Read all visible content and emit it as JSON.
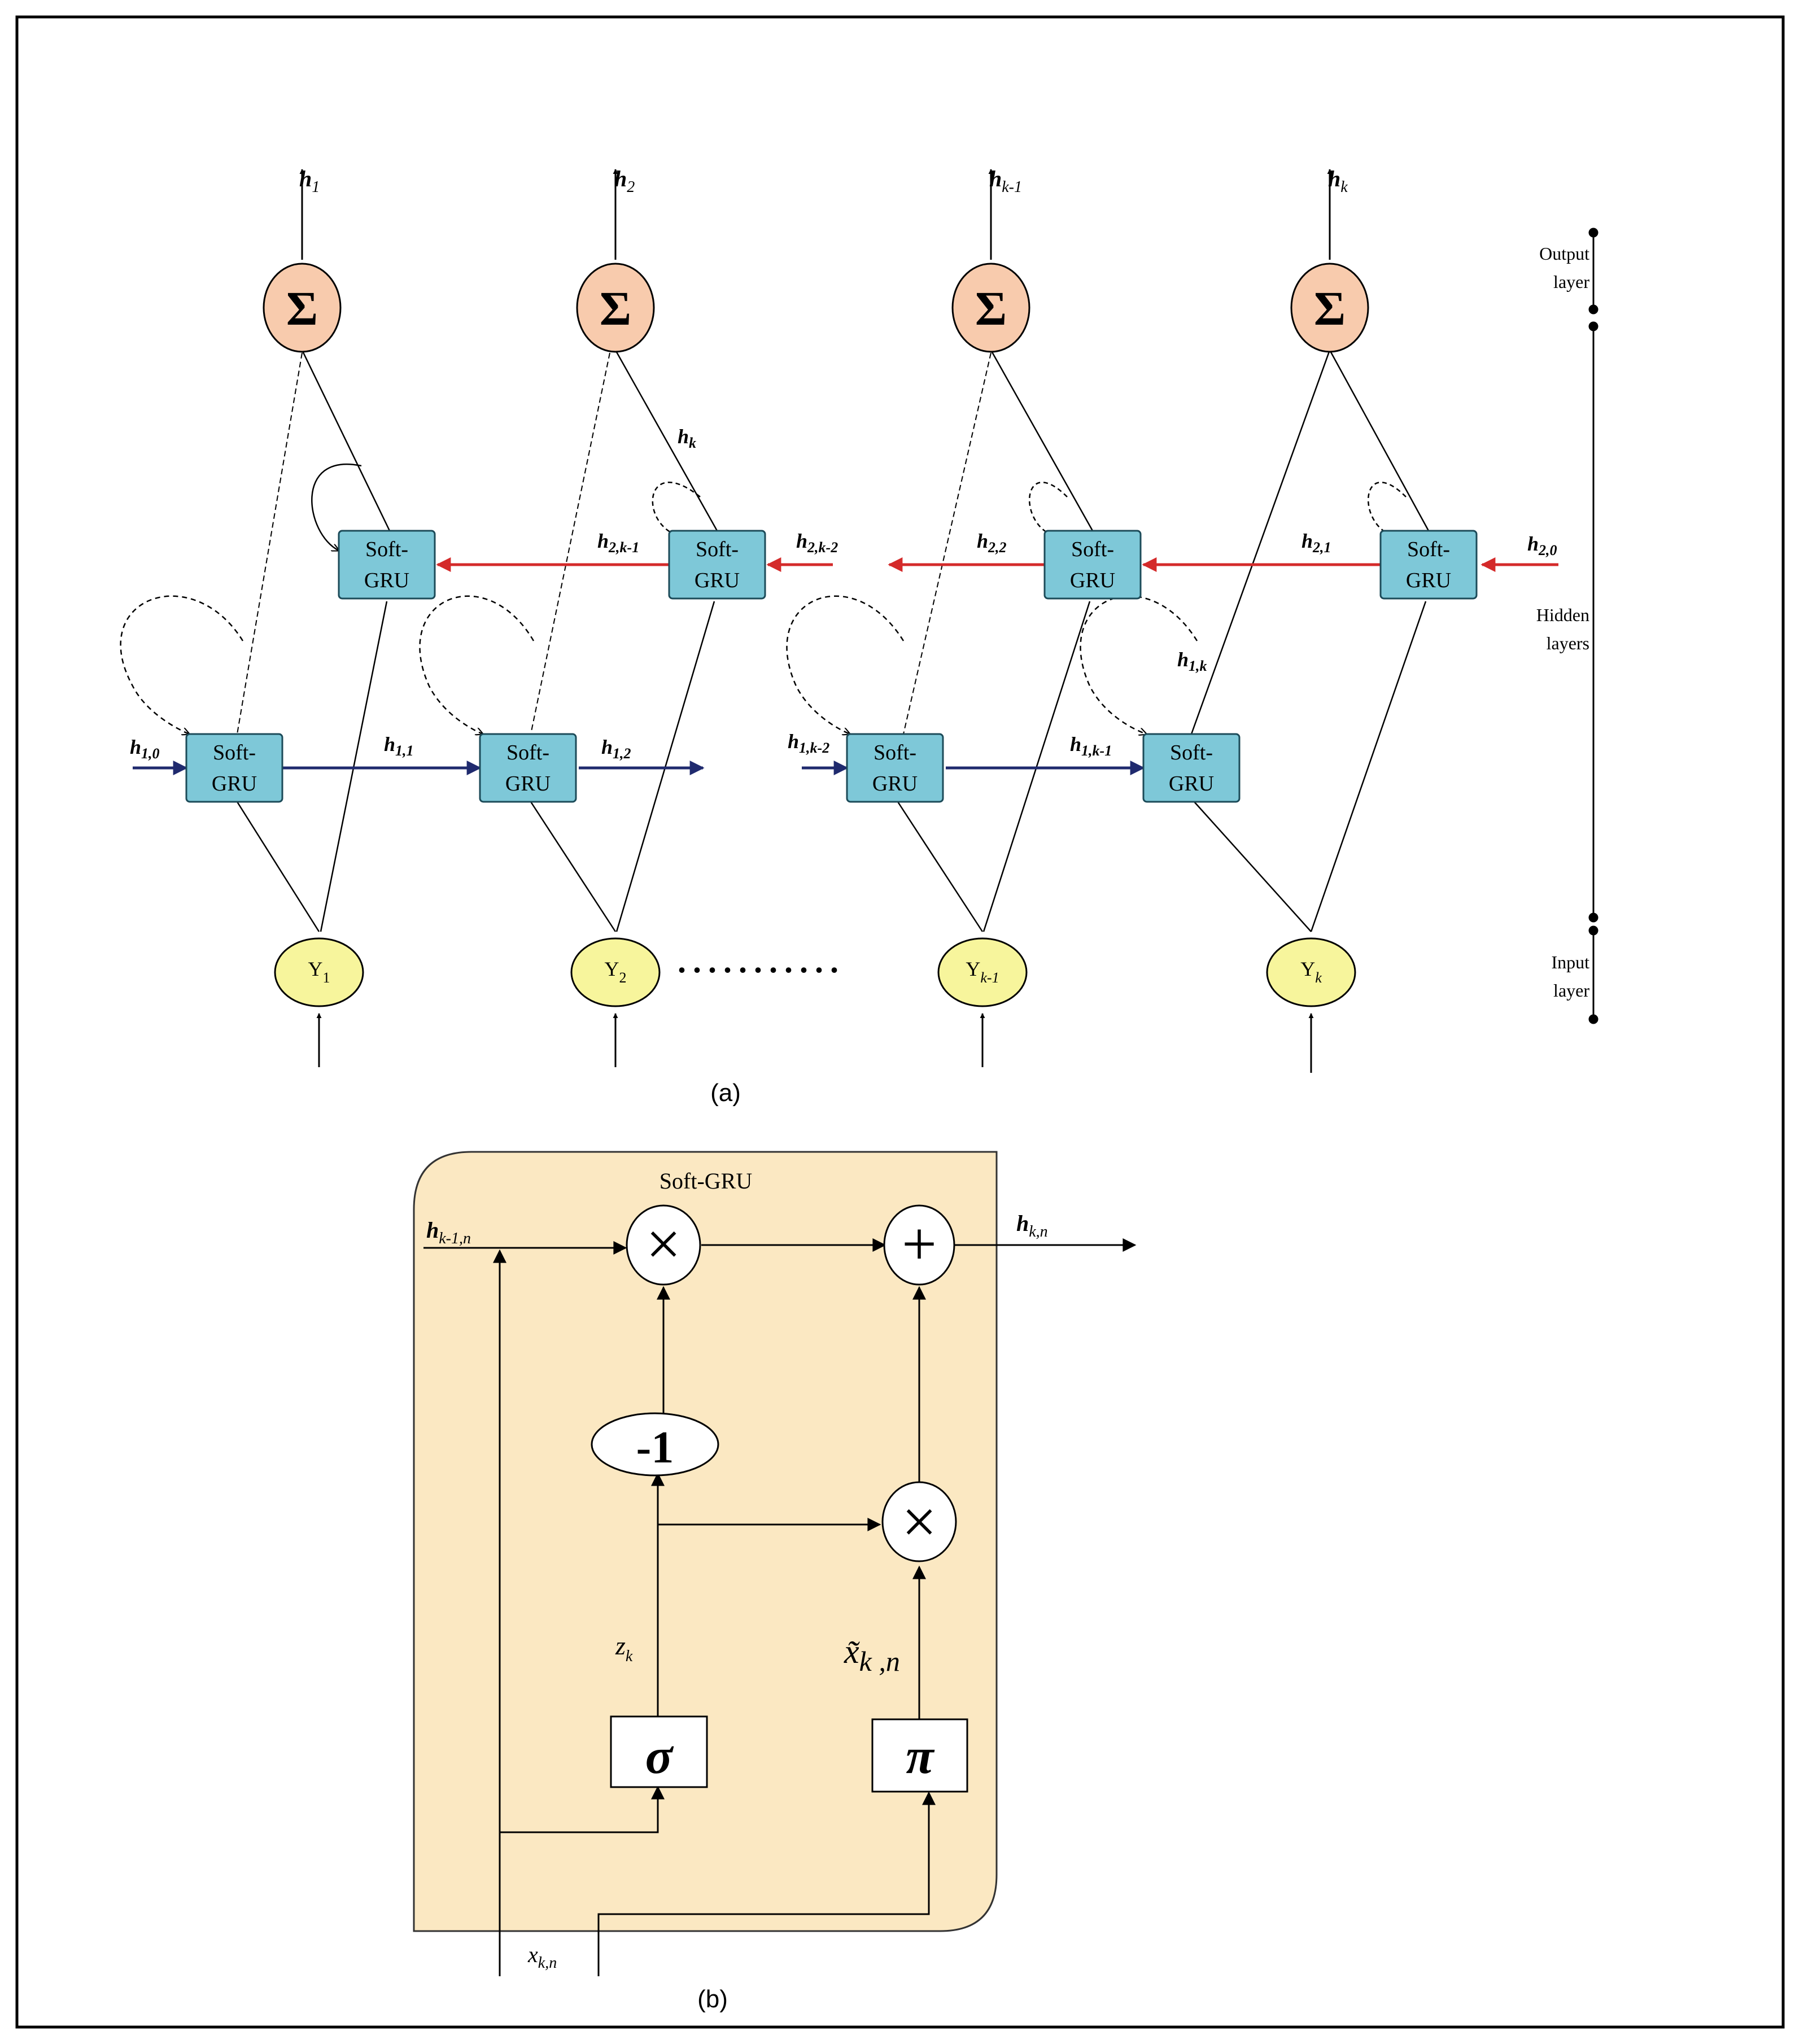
{
  "panel_a": {
    "caption": "(a)",
    "outputs": [
      {
        "base": "h",
        "sub": "1"
      },
      {
        "base": "h",
        "sub": "2"
      },
      {
        "base": "h",
        "sub": "k-1"
      },
      {
        "base": "h",
        "sub": "k"
      }
    ],
    "sum_symbol": "Σ",
    "gru_line1": "Soft-",
    "gru_line2": "GRU",
    "inputs": [
      {
        "base": "Y",
        "sub": "1"
      },
      {
        "base": "Y",
        "sub": "2"
      },
      {
        "base": "Y",
        "sub": "k-1"
      },
      {
        "base": "Y",
        "sub": "k"
      }
    ],
    "ellipsis": "...........",
    "forward_labels": [
      {
        "base": "h",
        "sub": "1,0"
      },
      {
        "base": "h",
        "sub": "1,1"
      },
      {
        "base": "h",
        "sub": "1,2"
      },
      {
        "base": "h",
        "sub": "1,k-2"
      },
      {
        "base": "h",
        "sub": "1,k-1"
      },
      {
        "base": "h",
        "sub": "1,k"
      }
    ],
    "backward_labels": [
      {
        "base": "h",
        "sub": "2,0"
      },
      {
        "base": "h",
        "sub": "2,1"
      },
      {
        "base": "h",
        "sub": "2,2"
      },
      {
        "base": "h",
        "sub": "2,k-2"
      },
      {
        "base": "h",
        "sub": "2,k-1"
      }
    ],
    "mid_label": {
      "base": "h",
      "sub": "k"
    },
    "layers": {
      "output_l1": "Output",
      "output_l2": "layer",
      "hidden_l1": "Hidden",
      "hidden_l2": "layers",
      "input_l1": "Input",
      "input_l2": "layer"
    },
    "colors": {
      "sum_fill": "#f8cbad",
      "gru_fill": "#7ec8d8",
      "input_fill": "#f7f59c",
      "forward_arrow": "#1f2a6e",
      "backward_arrow": "#d42a2a"
    }
  },
  "panel_b": {
    "caption": "(b)",
    "title": "Soft-GRU",
    "h_in": {
      "base": "h",
      "sub": "k-1,n"
    },
    "h_out": {
      "base": "h",
      "sub": "k,n"
    },
    "x_in": {
      "base": "x",
      "sub": "k,n"
    },
    "z": {
      "base": "z",
      "sub": "k"
    },
    "xt": {
      "base": "x̃",
      "sub": "k ,n"
    },
    "times": "×",
    "plus": "+",
    "neg_one": "-1",
    "sigma": "σ",
    "pi": "π",
    "colors": {
      "box_fill": "#fbe8c2",
      "box_stroke": "#333333"
    }
  }
}
